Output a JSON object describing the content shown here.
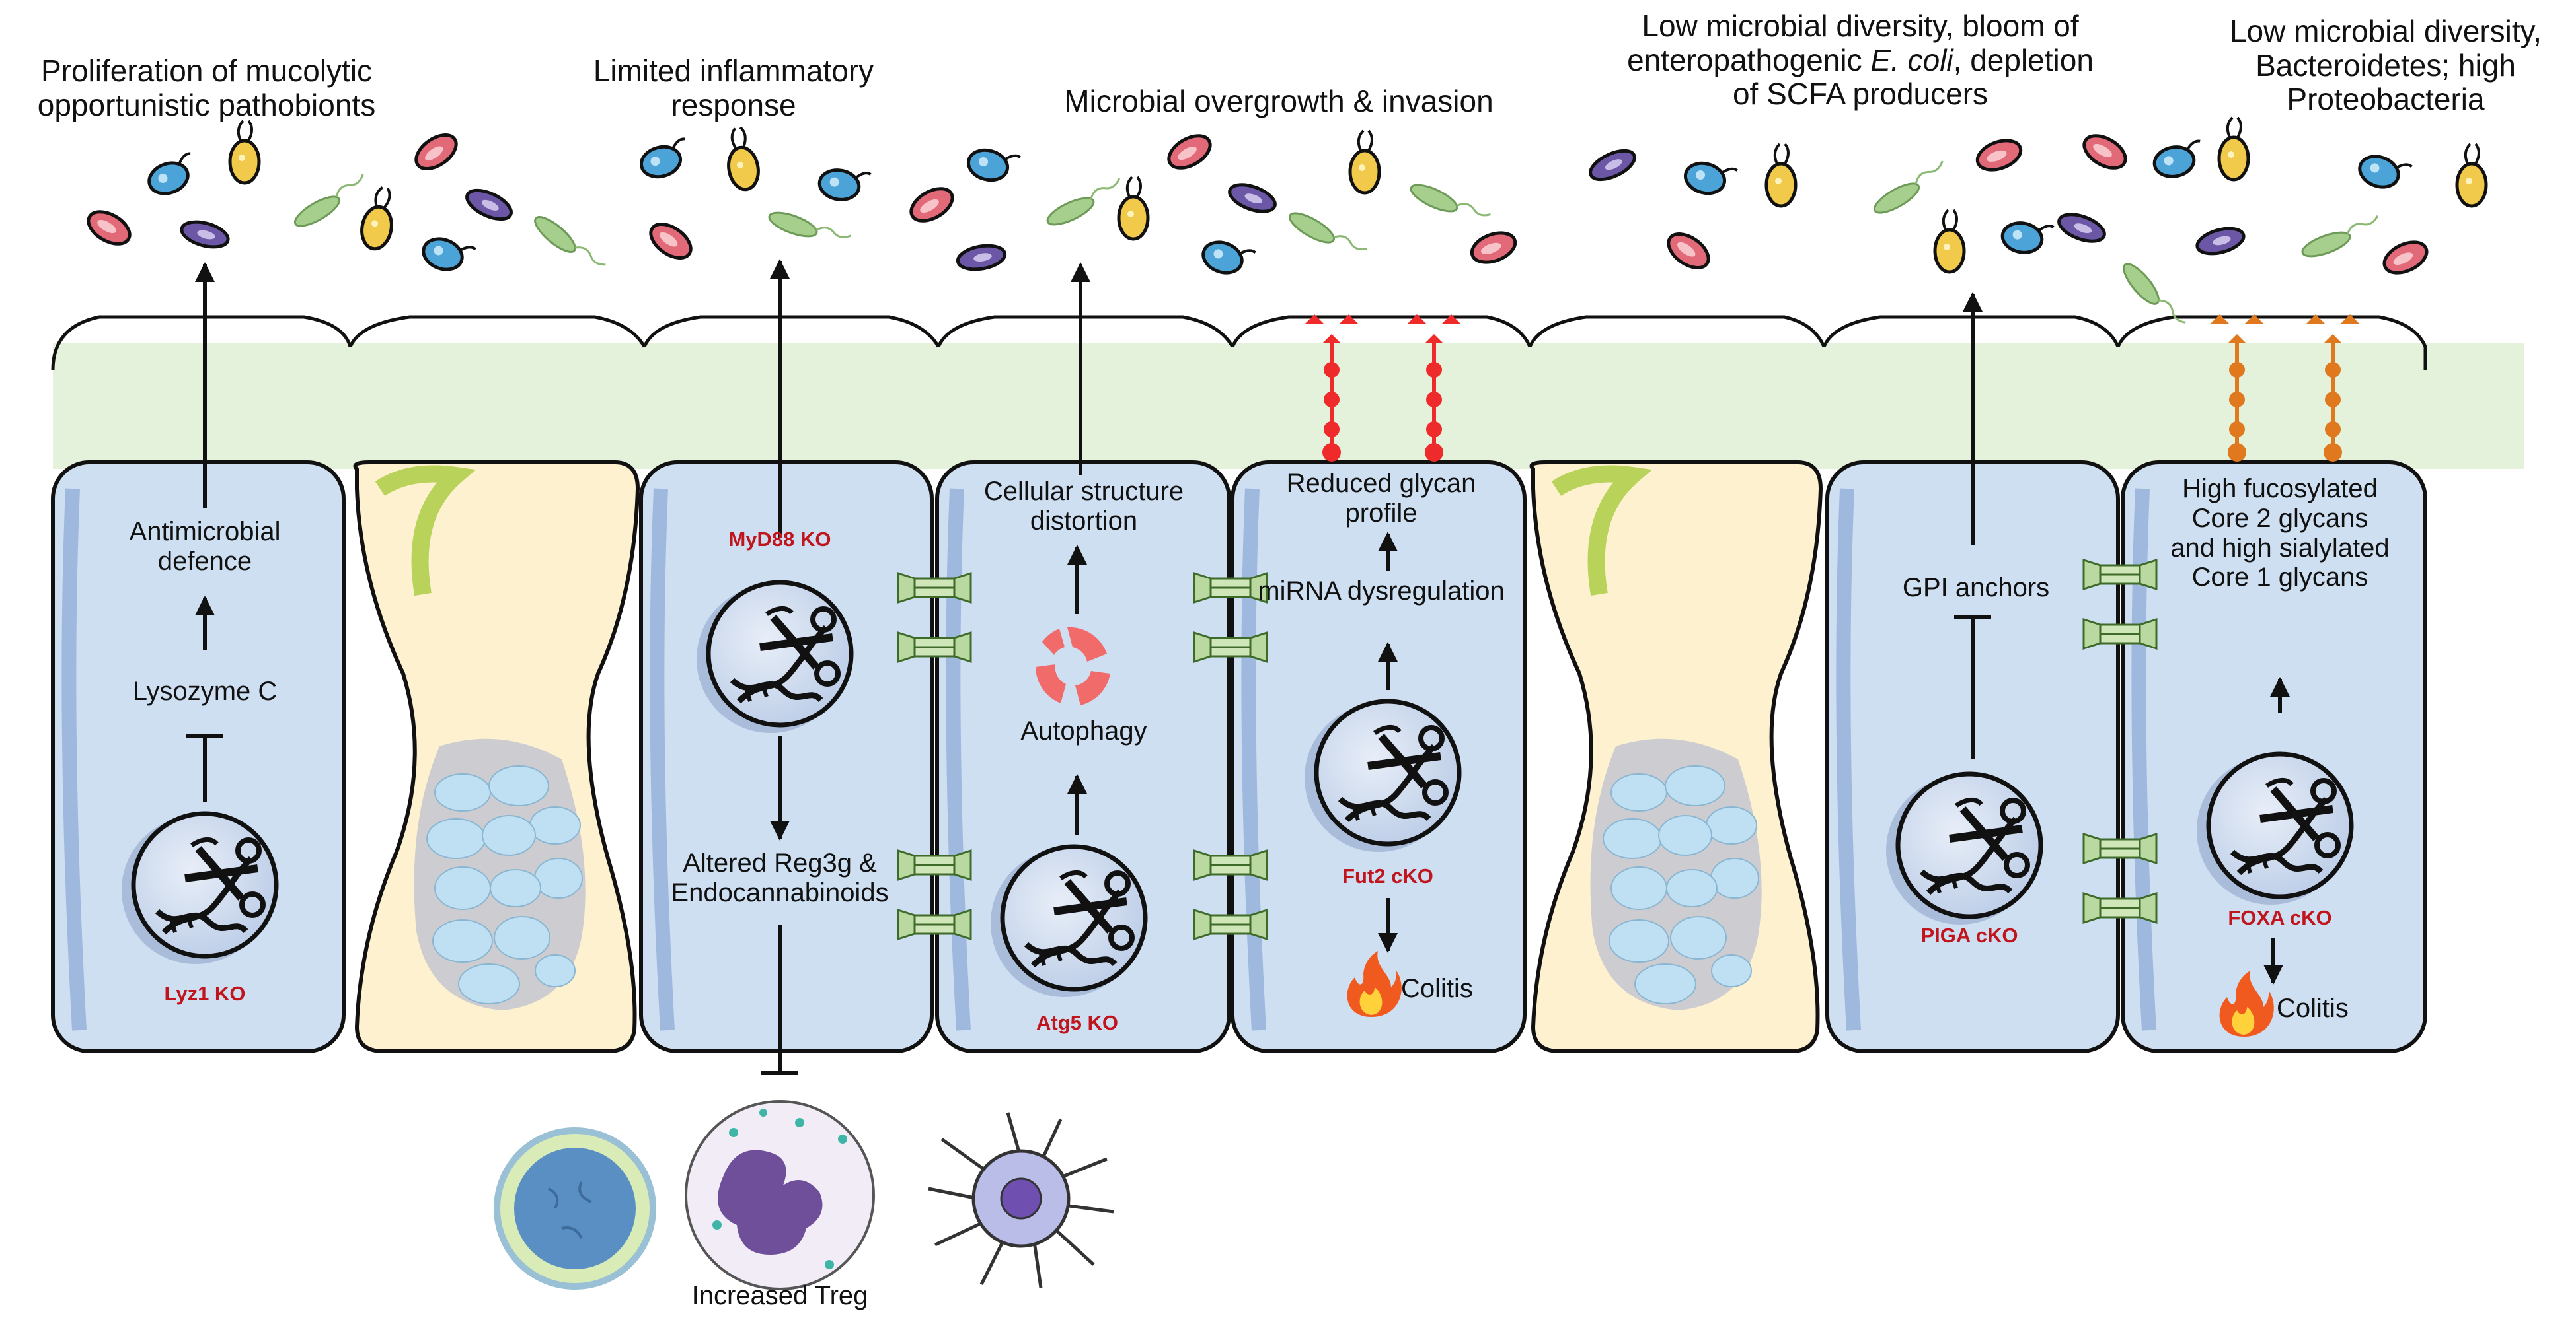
{
  "top_labels": {
    "lyz1": "Proliferation of mucolytic opportunistic pathobionts",
    "myd88": "Limited inflammatory response",
    "atg5": "Microbial overgrowth & invasion",
    "fut2_pre": "Low microbial diversity, bloom of enteropathogenic",
    "fut2_italic": "E. coli",
    "fut2_post": ", depletion of SCFA producers",
    "foxa": "Low microbial diversity, Bacteroidetes; high Proteobacteria"
  },
  "cells": {
    "lyz1": {
      "ko": "Lyz1 KO",
      "step1": "Lysozyme C",
      "step2": "Antimicrobial defence"
    },
    "myd88": {
      "ko": "MyD88 KO",
      "step1": "Altered Reg3g & Endocannabinoids",
      "bottom": "Increased Treg"
    },
    "atg5": {
      "ko": "Atg5 KO",
      "step1": "Autophagy",
      "step2": "Cellular structure distortion"
    },
    "fut2": {
      "ko": "Fut2 cKO",
      "step1": "miRNA dysregulation",
      "step2": "Reduced glycan profile",
      "outcome": "Colitis"
    },
    "piga": {
      "ko": "PIGA cKO",
      "step1": "GPI anchors"
    },
    "foxa": {
      "ko": "FOXA cKO",
      "step1": "High fucosylated Core 2 glycans and high sialylated Core 1 glycans",
      "outcome": "Colitis"
    }
  },
  "colors": {
    "enterocyte_fill": "#cfdff2",
    "enterocyte_edge": "#8aa8d6",
    "mucus": "#e4f2dc",
    "goblet_fill": "#fdf1cf",
    "goblet_edge": "#b8d25a",
    "granule": "#bfe0f3",
    "ko_text": "#c0151c",
    "fucose": "#ee2a2a",
    "sialyl_glycan": "#e0781e",
    "junction": "#b9d9a0"
  }
}
